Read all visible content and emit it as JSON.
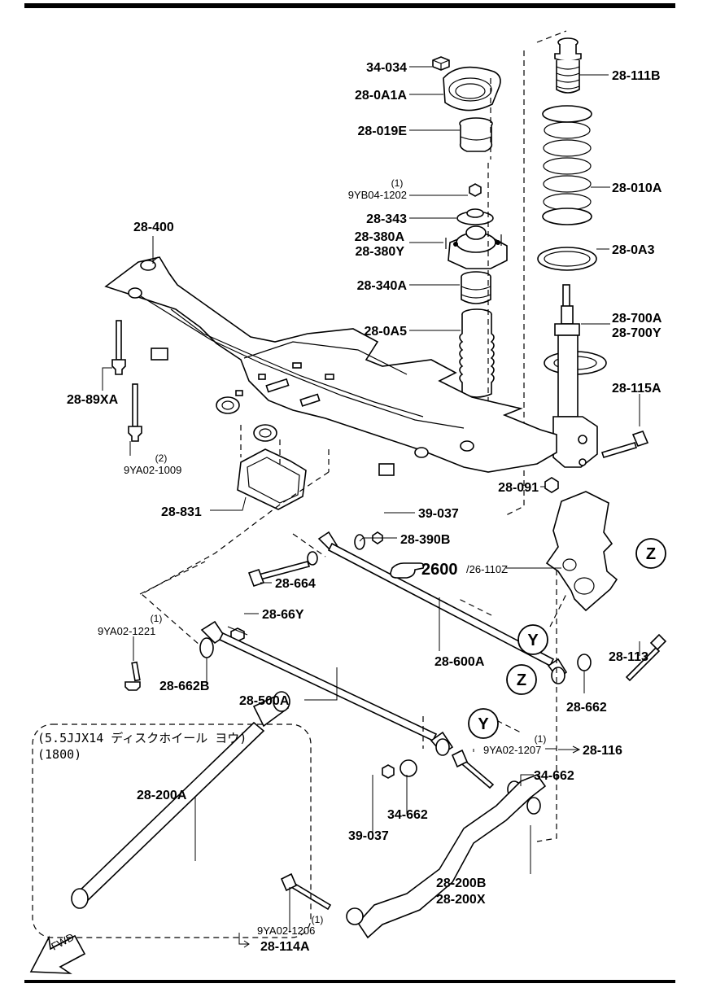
{
  "parts": {
    "p34_034": "34-034",
    "p28_0a1a": "28-0A1A",
    "p28_019e": "28-019E",
    "p9yb04_qty": "(1)",
    "p9yb04": "9YB04-1202",
    "p28_343": "28-343",
    "p28_380a": "28-380A",
    "p28_380y": "28-380Y",
    "p28_340a": "28-340A",
    "p28_0a5": "28-0A5",
    "p28_111b": "28-111B",
    "p28_010a": "28-010A",
    "p28_0a3": "28-0A3",
    "p28_700a": "28-700A",
    "p28_700y": "28-700Y",
    "p28_115a": "28-115A",
    "p28_091": "28-091",
    "p28_400": "28-400",
    "p28_89xa": "28-89XA",
    "p9ya02_1009_qty": "(2)",
    "p9ya02_1009": "9YA02-1009",
    "p28_831": "28-831",
    "p39_037_top": "39-037",
    "p28_390b": "28-390B",
    "p2600": "2600",
    "p26_110z": "/26-110Z",
    "p28_664": "28-664",
    "p28_66y": "28-66Y",
    "p9ya02_1221_qty": "(1)",
    "p9ya02_1221": "9YA02-1221",
    "p28_662b": "28-662B",
    "p28_600a": "28-600A",
    "p28_113": "28-113",
    "p28_662": "28-662",
    "p28_500a": "28-500A",
    "p9ya02_1207_qty": "(1)",
    "p9ya02_1207": "9YA02-1207",
    "p28_116": "28-116",
    "p34_662_right": "34-662",
    "p34_662_mid": "34-662",
    "p39_037_bot": "39-037",
    "p28_200b": "28-200B",
    "p28_200x": "28-200X",
    "p9ya02_1206_qty": "(1)",
    "p9ya02_1206": "9YA02-1206",
    "p28_114a": "28-114A",
    "p28_200a": "28-200A"
  },
  "callouts": {
    "z": "Z",
    "y": "Y"
  },
  "inset": {
    "line1": "(5.5JJX14 ディスクホイール ヨウ)",
    "line2": "(1800)"
  },
  "fwd": "FWD",
  "icons": {
    "hand": "pointing-hand-icon",
    "fwd_arrow": "fwd-arrow-icon"
  }
}
